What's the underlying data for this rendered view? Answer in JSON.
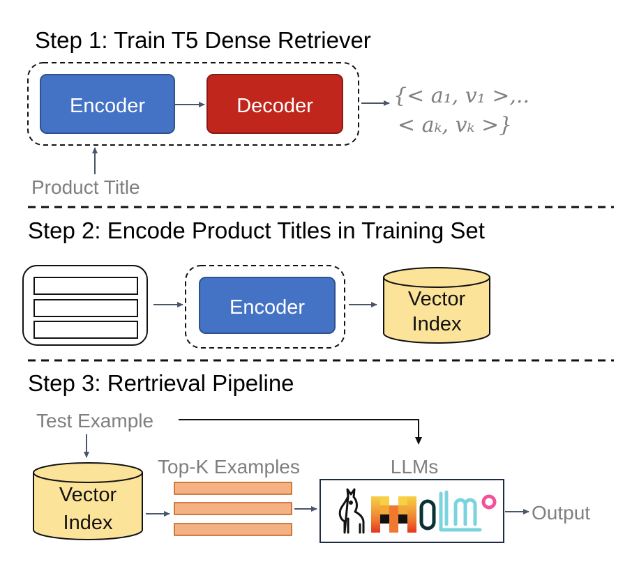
{
  "step1": {
    "title": "Step 1: Train T5 Dense Retriever",
    "encoder_label": "Encoder",
    "decoder_label": "Decoder",
    "input_label": "Product Title",
    "output_line1": "{< a₁, v₁ >,..",
    "output_line2": "< aₖ, vₖ >}"
  },
  "step2": {
    "title": "Step 2: Encode Product Titles in Training Set",
    "encoder_label": "Encoder",
    "index_line1": "Vector",
    "index_line2": "Index"
  },
  "step3": {
    "title": "Step 3: Rertrieval Pipeline",
    "test_label": "Test Example",
    "index_line1": "Vector",
    "index_line2": "Index",
    "topk_label": "Top-K Examples",
    "llms_label": "LLMs",
    "output_label": "Output",
    "model_icons": [
      "llama-icon",
      "mistral-icon",
      "olmo-icon"
    ]
  },
  "colors": {
    "encoder": "#4472C4",
    "decoder": "#C0261C",
    "cylinder": "#FCE39A",
    "topk_bar": "#F4B183",
    "gray_text": "#7F7F7F",
    "arrow": "#4A5568"
  }
}
